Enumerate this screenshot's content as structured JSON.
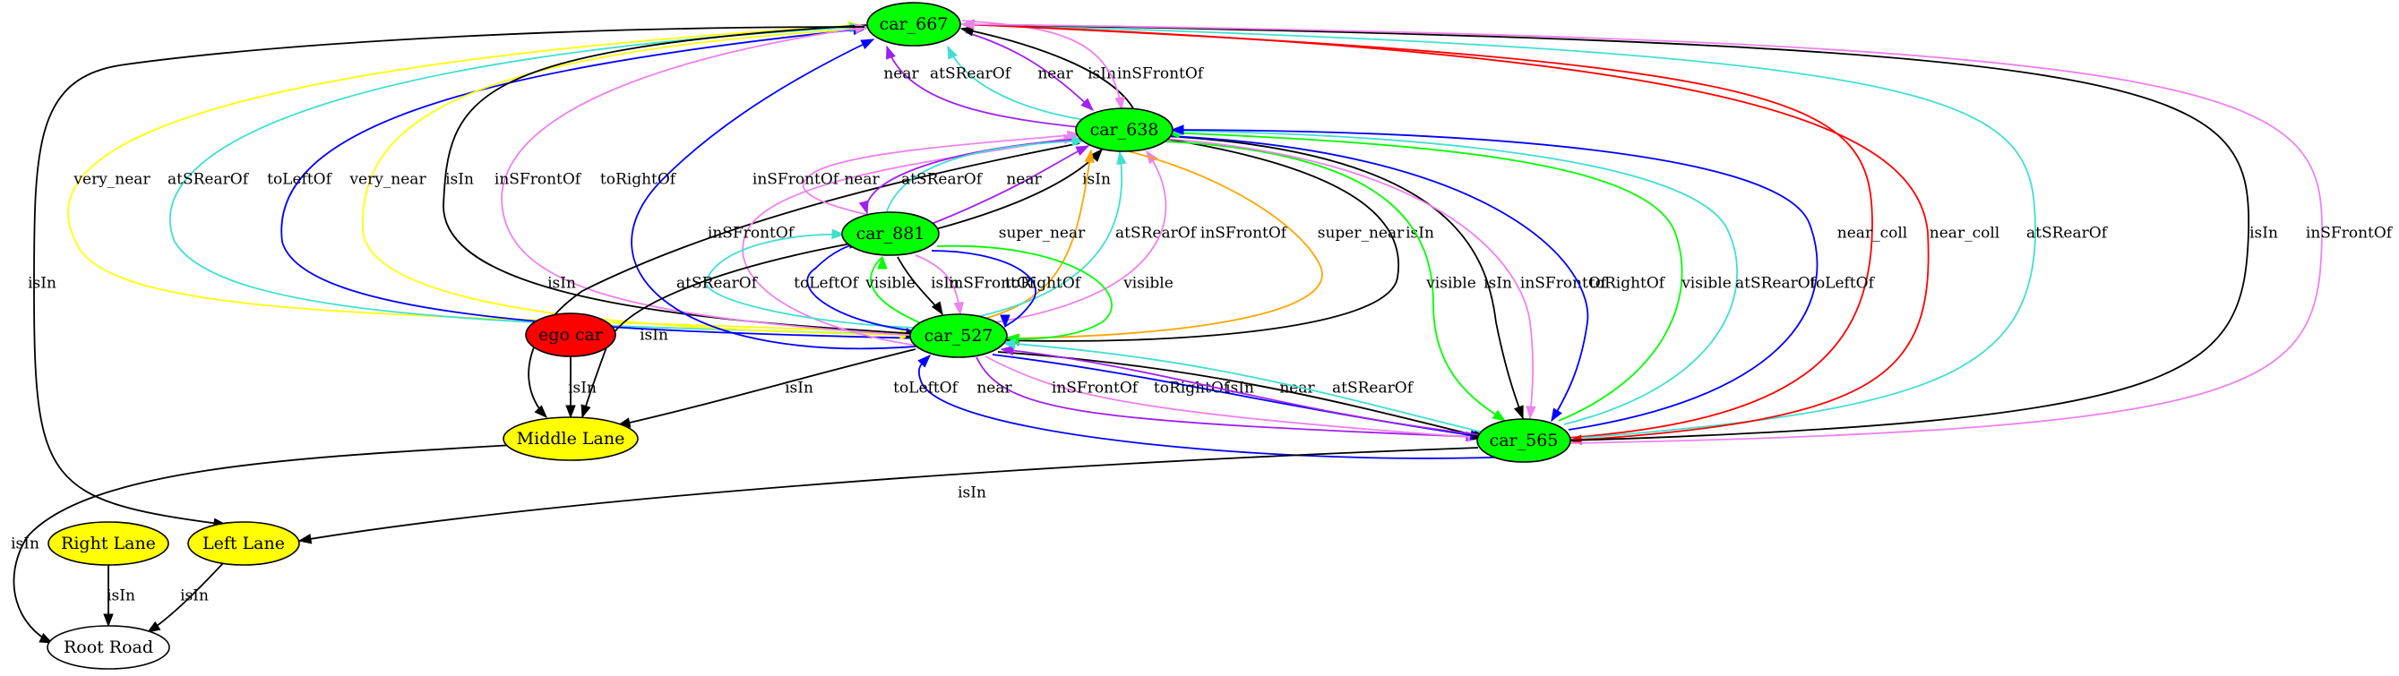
{
  "colors": {
    "green": "#00ff00",
    "yellow": "#ffff00",
    "red": "#ff0000",
    "white": "#ffffff",
    "purple": "#a020f0",
    "turquoise": "#40e0d0",
    "violet": "#ee82ee",
    "blue": "#0000ff",
    "orange": "#ffa500",
    "black": "#000000"
  },
  "nodes": [
    {
      "id": "car_667",
      "label": "car_667",
      "color": "green"
    },
    {
      "id": "car_638",
      "label": "car_638",
      "color": "green"
    },
    {
      "id": "car_881",
      "label": "car_881",
      "color": "green"
    },
    {
      "id": "car_527",
      "label": "car_527",
      "color": "green"
    },
    {
      "id": "car_565",
      "label": "car_565",
      "color": "green"
    },
    {
      "id": "ego_car",
      "label": "ego car",
      "color": "red"
    },
    {
      "id": "middle_lane",
      "label": "Middle Lane",
      "color": "yellow"
    },
    {
      "id": "right_lane",
      "label": "Right Lane",
      "color": "yellow"
    },
    {
      "id": "left_lane",
      "label": "Left Lane",
      "color": "yellow"
    },
    {
      "id": "root_road",
      "label": "Root Road",
      "color": "white"
    }
  ],
  "edges": [
    {
      "from": "car_638",
      "to": "car_667",
      "label": "near",
      "color": "purple"
    },
    {
      "from": "car_638",
      "to": "car_667",
      "label": "atSRearOf",
      "color": "turquoise"
    },
    {
      "from": "car_667",
      "to": "car_638",
      "label": "near",
      "color": "purple"
    },
    {
      "from": "car_638",
      "to": "car_667",
      "label": "isIn",
      "color": "black"
    },
    {
      "from": "car_667",
      "to": "car_638",
      "label": "inSFrontOf",
      "color": "violet"
    },
    {
      "from": "car_527",
      "to": "car_667",
      "label": "very_near",
      "color": "yellow"
    },
    {
      "from": "car_527",
      "to": "car_667",
      "label": "atSRearOf",
      "color": "turquoise"
    },
    {
      "from": "car_527",
      "to": "car_667",
      "label": "toLeftOf",
      "color": "blue"
    },
    {
      "from": "car_667",
      "to": "car_527",
      "label": "very_near",
      "color": "yellow"
    },
    {
      "from": "car_667",
      "to": "car_527",
      "label": "isIn",
      "color": "black"
    },
    {
      "from": "car_527",
      "to": "car_667",
      "label": "inSFrontOf",
      "color": "violet"
    },
    {
      "from": "car_527",
      "to": "car_667",
      "label": "toRightOf",
      "color": "blue"
    },
    {
      "from": "car_667",
      "to": "left_lane",
      "label": "isIn",
      "color": "black"
    },
    {
      "from": "car_565",
      "to": "car_667",
      "label": "near_coll",
      "color": "red"
    },
    {
      "from": "car_565",
      "to": "car_667",
      "label": "atSRearOf",
      "color": "turquoise"
    },
    {
      "from": "car_667",
      "to": "car_565",
      "label": "near_coll",
      "color": "red"
    },
    {
      "from": "car_565",
      "to": "car_667",
      "label": "isIn",
      "color": "black"
    },
    {
      "from": "car_565",
      "to": "car_667",
      "label": "inSFrontOf",
      "color": "violet"
    },
    {
      "from": "car_638",
      "to": "middle_lane",
      "label": "isIn",
      "color": "black"
    },
    {
      "from": "car_527",
      "to": "car_638",
      "label": "inSFrontOf",
      "color": "violet"
    },
    {
      "from": "car_881",
      "to": "car_638",
      "label": "inSFrontOf",
      "color": "violet"
    },
    {
      "from": "car_638",
      "to": "car_881",
      "label": "near",
      "color": "purple"
    },
    {
      "from": "car_881",
      "to": "car_638",
      "label": "atSRearOf",
      "color": "turquoise"
    },
    {
      "from": "car_881",
      "to": "car_638",
      "label": "near",
      "color": "purple"
    },
    {
      "from": "car_881",
      "to": "car_638",
      "label": "isIn",
      "color": "black"
    },
    {
      "from": "car_527",
      "to": "car_638",
      "label": "super_near",
      "color": "orange"
    },
    {
      "from": "car_527",
      "to": "car_638",
      "label": "atSRearOf",
      "color": "turquoise"
    },
    {
      "from": "car_527",
      "to": "car_638",
      "label": "inSFrontOf",
      "color": "violet"
    },
    {
      "from": "car_638",
      "to": "car_527",
      "label": "super_near",
      "color": "orange"
    },
    {
      "from": "car_638",
      "to": "car_527",
      "label": "isIn",
      "color": "black"
    },
    {
      "from": "car_638",
      "to": "car_565",
      "label": "visible",
      "color": "green"
    },
    {
      "from": "car_638",
      "to": "car_565",
      "label": "isIn",
      "color": "black"
    },
    {
      "from": "car_638",
      "to": "car_565",
      "label": "inSFrontOf",
      "color": "violet"
    },
    {
      "from": "car_638",
      "to": "car_565",
      "label": "toRightOf",
      "color": "blue"
    },
    {
      "from": "car_565",
      "to": "car_638",
      "label": "visible",
      "color": "green"
    },
    {
      "from": "car_565",
      "to": "car_638",
      "label": "atSRearOf",
      "color": "turquoise"
    },
    {
      "from": "car_565",
      "to": "car_638",
      "label": "toLeftOf",
      "color": "blue"
    },
    {
      "from": "car_527",
      "to": "car_881",
      "label": "atSRearOf",
      "color": "turquoise"
    },
    {
      "from": "car_527",
      "to": "car_881",
      "label": "toLeftOf",
      "color": "blue"
    },
    {
      "from": "car_527",
      "to": "car_881",
      "label": "visible",
      "color": "green"
    },
    {
      "from": "car_881",
      "to": "car_527",
      "label": "isIn",
      "color": "black"
    },
    {
      "from": "car_881",
      "to": "car_527",
      "label": "inSFrontOf",
      "color": "violet"
    },
    {
      "from": "car_881",
      "to": "car_527",
      "label": "toRightOf",
      "color": "blue"
    },
    {
      "from": "car_881",
      "to": "car_527",
      "label": "visible",
      "color": "green"
    },
    {
      "from": "car_881",
      "to": "middle_lane",
      "label": "isIn",
      "color": "black"
    },
    {
      "from": "ego_car",
      "to": "middle_lane",
      "label": "isIn",
      "color": "black"
    },
    {
      "from": "car_527",
      "to": "middle_lane",
      "label": "isIn",
      "color": "black"
    },
    {
      "from": "car_565",
      "to": "car_527",
      "label": "toLeftOf",
      "color": "blue"
    },
    {
      "from": "car_527",
      "to": "car_565",
      "label": "near",
      "color": "purple"
    },
    {
      "from": "car_527",
      "to": "car_565",
      "label": "inSFrontOf",
      "color": "violet"
    },
    {
      "from": "car_527",
      "to": "car_565",
      "label": "toRightOf",
      "color": "blue"
    },
    {
      "from": "car_527",
      "to": "car_565",
      "label": "isIn",
      "color": "black"
    },
    {
      "from": "car_565",
      "to": "car_527",
      "label": "near",
      "color": "purple"
    },
    {
      "from": "car_565",
      "to": "car_527",
      "label": "atSRearOf",
      "color": "turquoise"
    },
    {
      "from": "car_565",
      "to": "left_lane",
      "label": "isIn",
      "color": "black"
    },
    {
      "from": "middle_lane",
      "to": "root_road",
      "label": "isIn",
      "color": "black"
    },
    {
      "from": "right_lane",
      "to": "root_road",
      "label": "isIn",
      "color": "black"
    },
    {
      "from": "left_lane",
      "to": "root_road",
      "label": "isIn",
      "color": "black"
    }
  ]
}
